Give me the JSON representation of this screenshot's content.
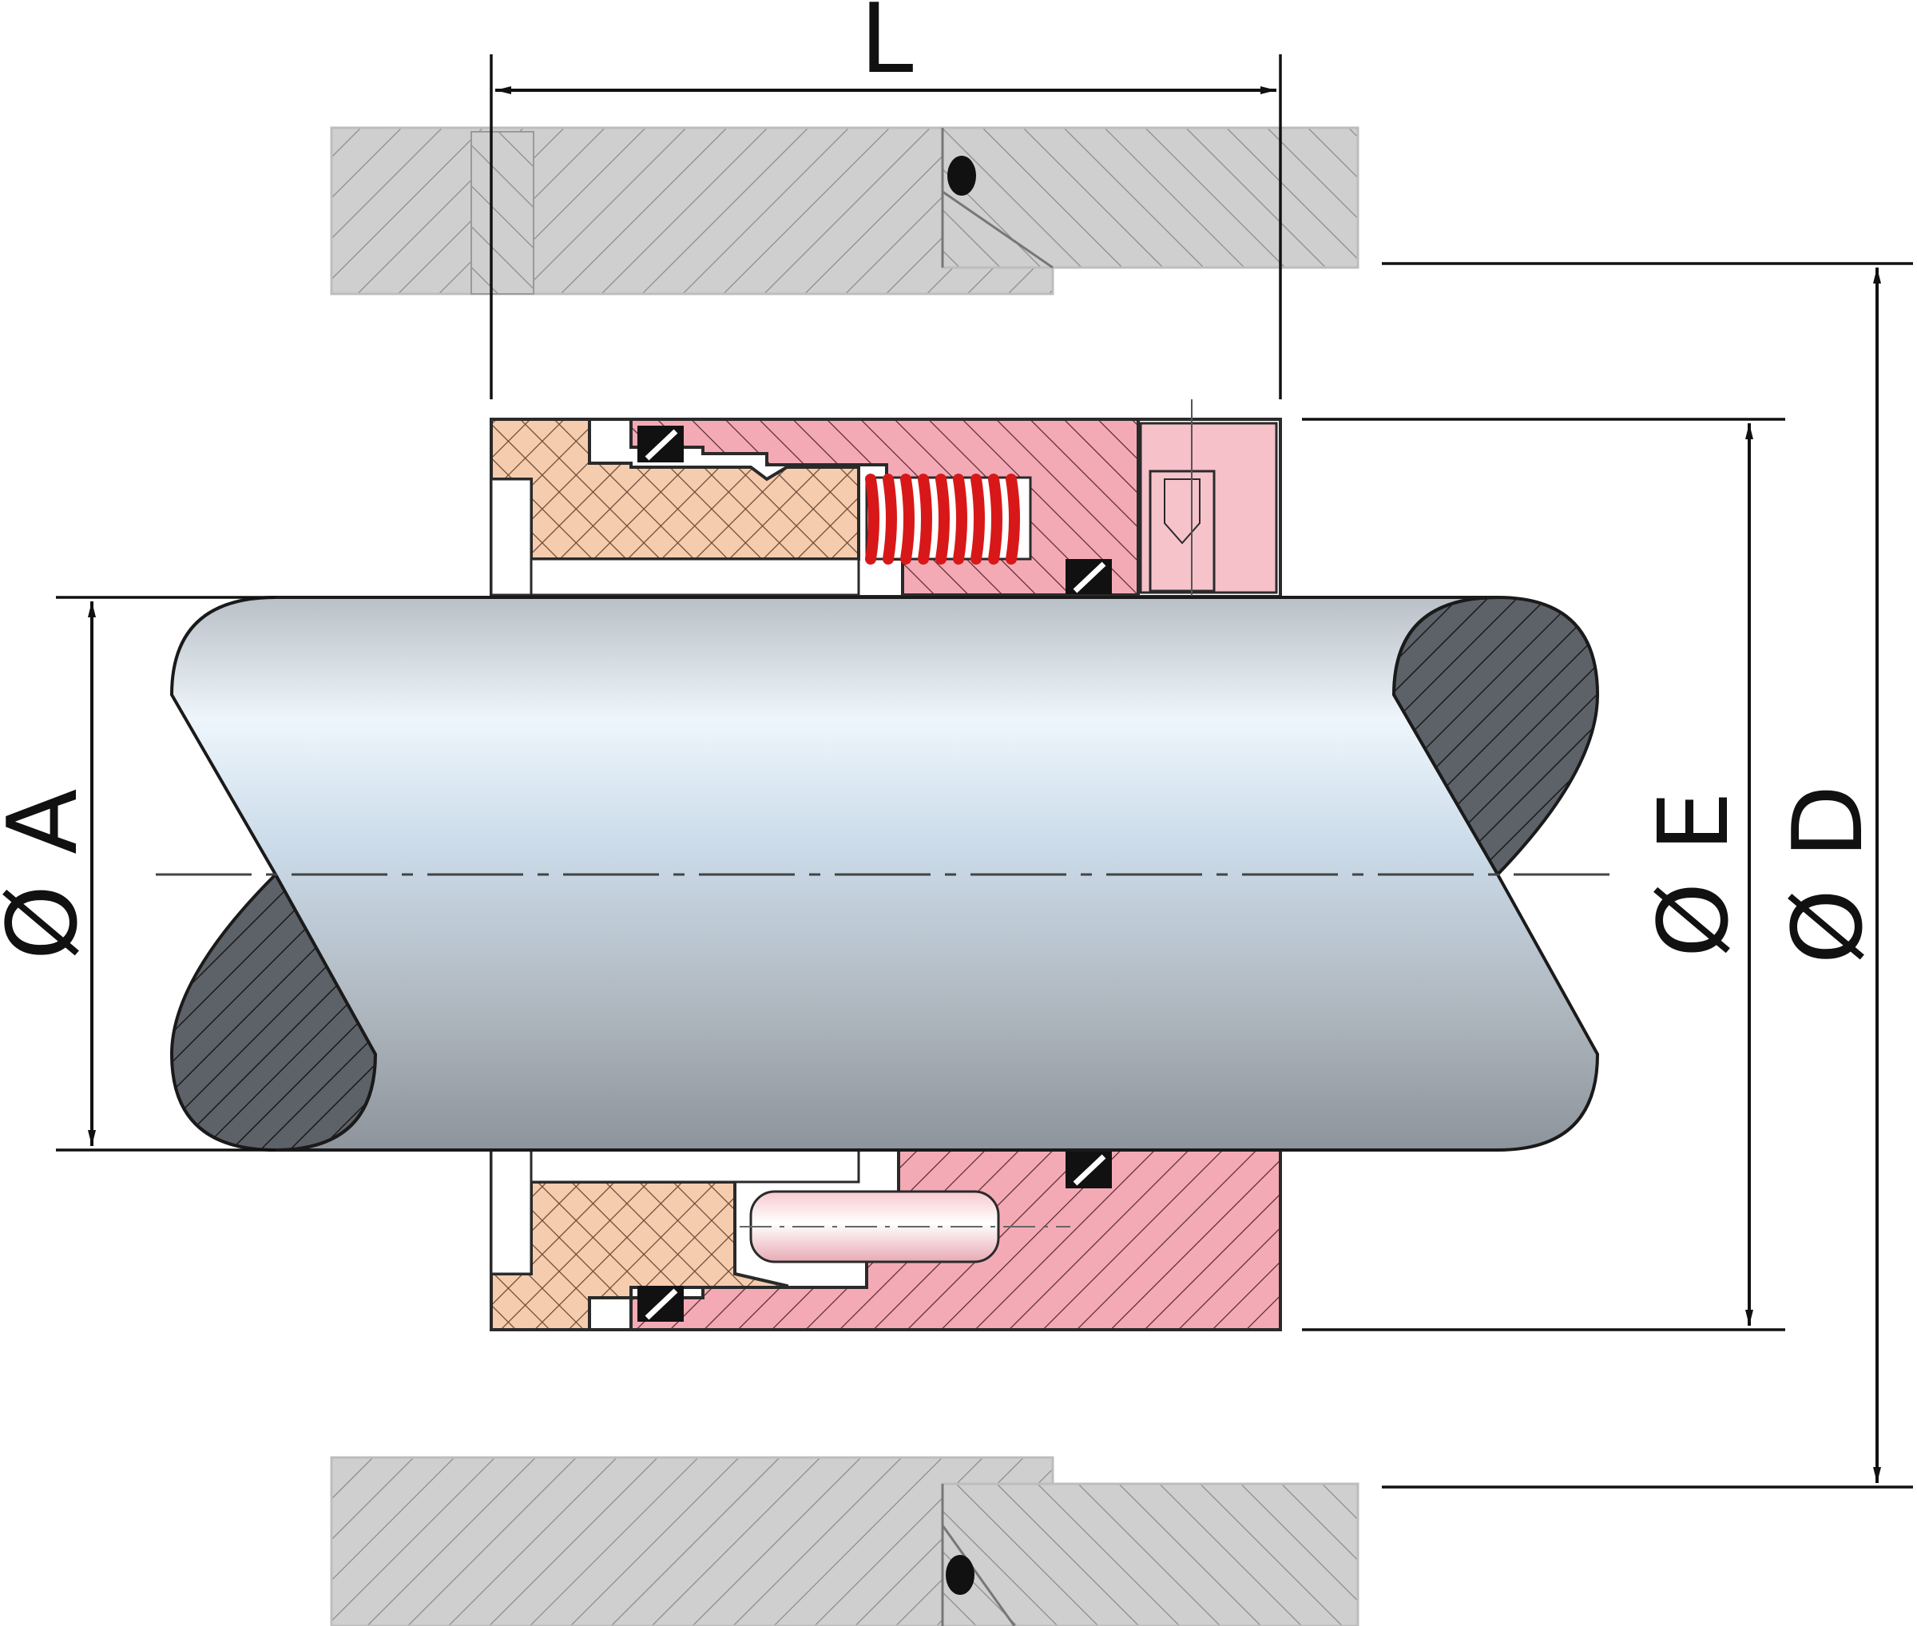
{
  "labels": {
    "length": "L",
    "shaft_diameter": "Ø A",
    "diameter_e": "Ø E",
    "diameter_d": "Ø D"
  },
  "colors": {
    "background": "#ffffff",
    "housing": "#cfcfcf",
    "rotating_face": "#f6ccae",
    "seal_body": "#f4aab5",
    "spring": "#d81818",
    "shaft_light": "#e9f3fb",
    "shaft_dark": "#9aa2aa",
    "shaft_end": "#5d6168",
    "line": "#111111"
  }
}
